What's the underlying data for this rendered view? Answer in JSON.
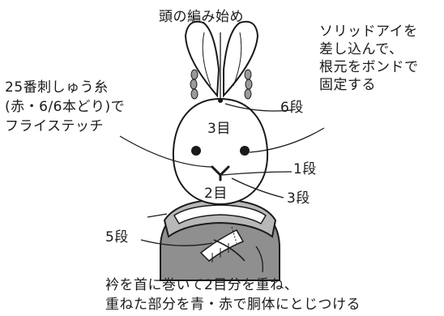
{
  "labels": {
    "head_start": "頭の編み始め",
    "solid_eye": [
      "ソリッドアイを",
      "差し込んで、",
      "根元をボンドで",
      "固定する"
    ],
    "embroidery": [
      "25番刺しゅう糸",
      "(赤・6/6本どり)で",
      "フライステッチ"
    ],
    "row6": "6段",
    "st3": "3目",
    "row1": "1段",
    "st2": "2目",
    "row3": "3段",
    "row5": "5段",
    "collar": [
      "衿を首に巻いて2目分を重ね、",
      "重ねた部分を青・赤で胴体にとじつける"
    ]
  },
  "colors": {
    "line": "#1a1a1a",
    "body_fill": "#ffffff",
    "collar_white": "#ffffff",
    "collar_gray": "#b8b8b8",
    "body_gray": "#8f8f8f",
    "ear_bead": "#9a9a9a"
  }
}
